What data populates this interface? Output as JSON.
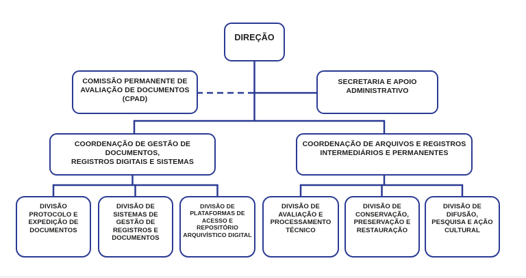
{
  "diagram": {
    "type": "org-chart",
    "language": "pt-BR"
  },
  "colors": {
    "box_border": "#2b3a94",
    "connector_line": "#2b3a94",
    "text": "#1d1d1b",
    "background": "#ffffff"
  },
  "nodes": {
    "direcao": {
      "label": "DIREÇÃO"
    },
    "cpad": {
      "label": "COMISSÃO PERMANENTE DE\nAVALIAÇÃO DE DOCUMENTOS\n(CPAD)"
    },
    "secretaria": {
      "label": "SECRETARIA E APOIO\nADMINISTRATIVO"
    },
    "coord_gestao": {
      "label": "COORDENAÇÃO DE GESTÃO DE DOCUMENTOS,\nREGISTROS DIGITAIS E SISTEMAS"
    },
    "coord_arquivos": {
      "label": "COORDENAÇÃO DE ARQUIVOS E REGISTROS\nINTERMEDIÁRIOS E PERMANENTES"
    },
    "div_protocolo": {
      "label": "DIVISÃO\nPROTOCOLO E\nEXPEDIÇÃO DE\nDOCUMENTOS"
    },
    "div_sistemas": {
      "label": "DIVISÃO DE\nSISTEMAS DE\nGESTÃO DE\nREGISTROS E\nDOCUMENTOS"
    },
    "div_plataformas": {
      "label": "DIVISÃO DE\nPLATAFORMAS DE\nACESSO E REPOSITÓRIO\nARQUIVÍSTICO DIGITAL"
    },
    "div_avaliacao": {
      "label": "DIVISÃO DE\nAVALIAÇÃO E\nPROCESSAMENTO\nTÉCNICO"
    },
    "div_conservacao": {
      "label": "DIVISÃO DE\nCONSERVAÇÃO,\nPRESERVAÇÃO E\nRESTAURAÇÃO"
    },
    "div_difusao": {
      "label": "DIVISÃO DE\nDIFUSÃO,\nPESQUISA E AÇÃO\nCULTURAL"
    }
  },
  "edges": [
    {
      "from": "direcao",
      "to": "cpad",
      "style": "dashed"
    },
    {
      "from": "direcao",
      "to": "secretaria",
      "style": "solid"
    },
    {
      "from": "direcao",
      "to": "coord_gestao",
      "style": "solid"
    },
    {
      "from": "direcao",
      "to": "coord_arquivos",
      "style": "solid"
    },
    {
      "from": "coord_gestao",
      "to": "div_protocolo",
      "style": "solid"
    },
    {
      "from": "coord_gestao",
      "to": "div_sistemas",
      "style": "solid"
    },
    {
      "from": "coord_gestao",
      "to": "div_plataformas",
      "style": "solid"
    },
    {
      "from": "coord_arquivos",
      "to": "div_avaliacao",
      "style": "solid"
    },
    {
      "from": "coord_arquivos",
      "to": "div_conservacao",
      "style": "solid"
    },
    {
      "from": "coord_arquivos",
      "to": "div_difusao",
      "style": "solid"
    }
  ]
}
